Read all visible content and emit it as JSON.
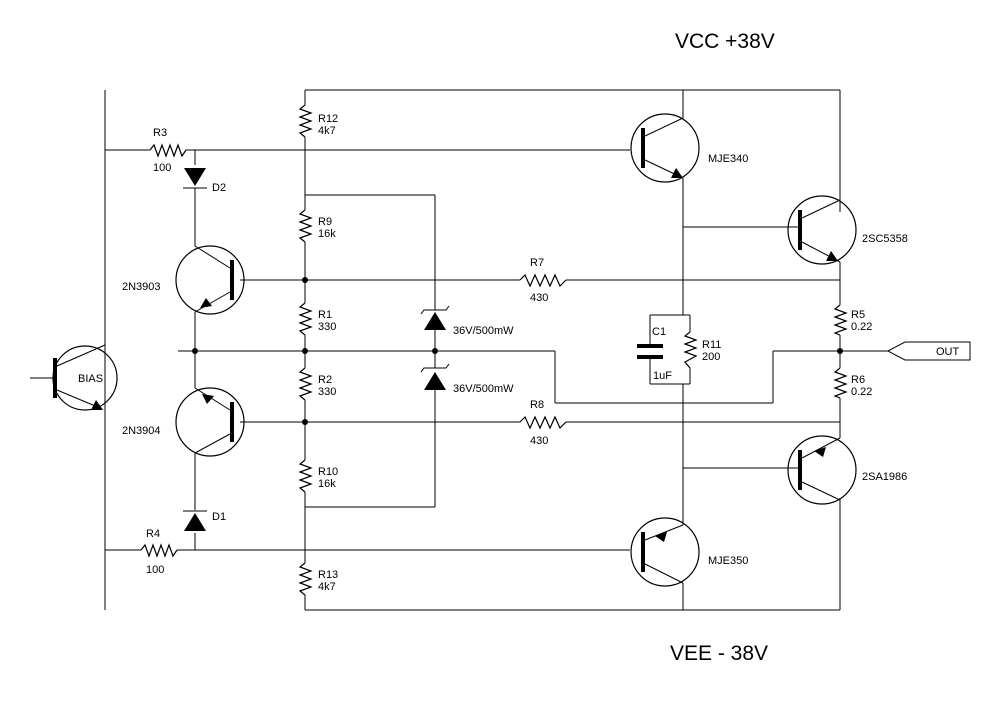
{
  "rails": {
    "vcc": "VCC  +38V",
    "vee": "VEE  - 38V"
  },
  "output_label": "OUT",
  "transistors": {
    "bias": "BIAS",
    "q_2n3903": "2N3903",
    "q_2n3904": "2N3904",
    "q_mje340": "MJE340",
    "q_mje350": "MJE350",
    "q_2sc5358": "2SC5358",
    "q_2sa1986": "2SA1986"
  },
  "resistors": {
    "r1": {
      "ref": "R1",
      "value": "330"
    },
    "r2": {
      "ref": "R2",
      "value": "330"
    },
    "r3": {
      "ref": "R3",
      "value": "100"
    },
    "r4": {
      "ref": "R4",
      "value": "100"
    },
    "r5": {
      "ref": "R5",
      "value": "0.22"
    },
    "r6": {
      "ref": "R6",
      "value": "0.22"
    },
    "r7": {
      "ref": "R7",
      "value": "430"
    },
    "r8": {
      "ref": "R8",
      "value": "430"
    },
    "r9": {
      "ref": "R9",
      "value": "16k"
    },
    "r10": {
      "ref": "R10",
      "value": "16k"
    },
    "r11": {
      "ref": "R11",
      "value": "200"
    },
    "r12": {
      "ref": "R12",
      "value": "4k7"
    },
    "r13": {
      "ref": "R13",
      "value": "4k7"
    }
  },
  "capacitors": {
    "c1": {
      "ref": "C1",
      "value": "1uF"
    }
  },
  "diodes": {
    "d1": "D1",
    "d2": "D2"
  },
  "zeners": {
    "z_top": "36V/500mW",
    "z_bottom": "36V/500mW"
  }
}
